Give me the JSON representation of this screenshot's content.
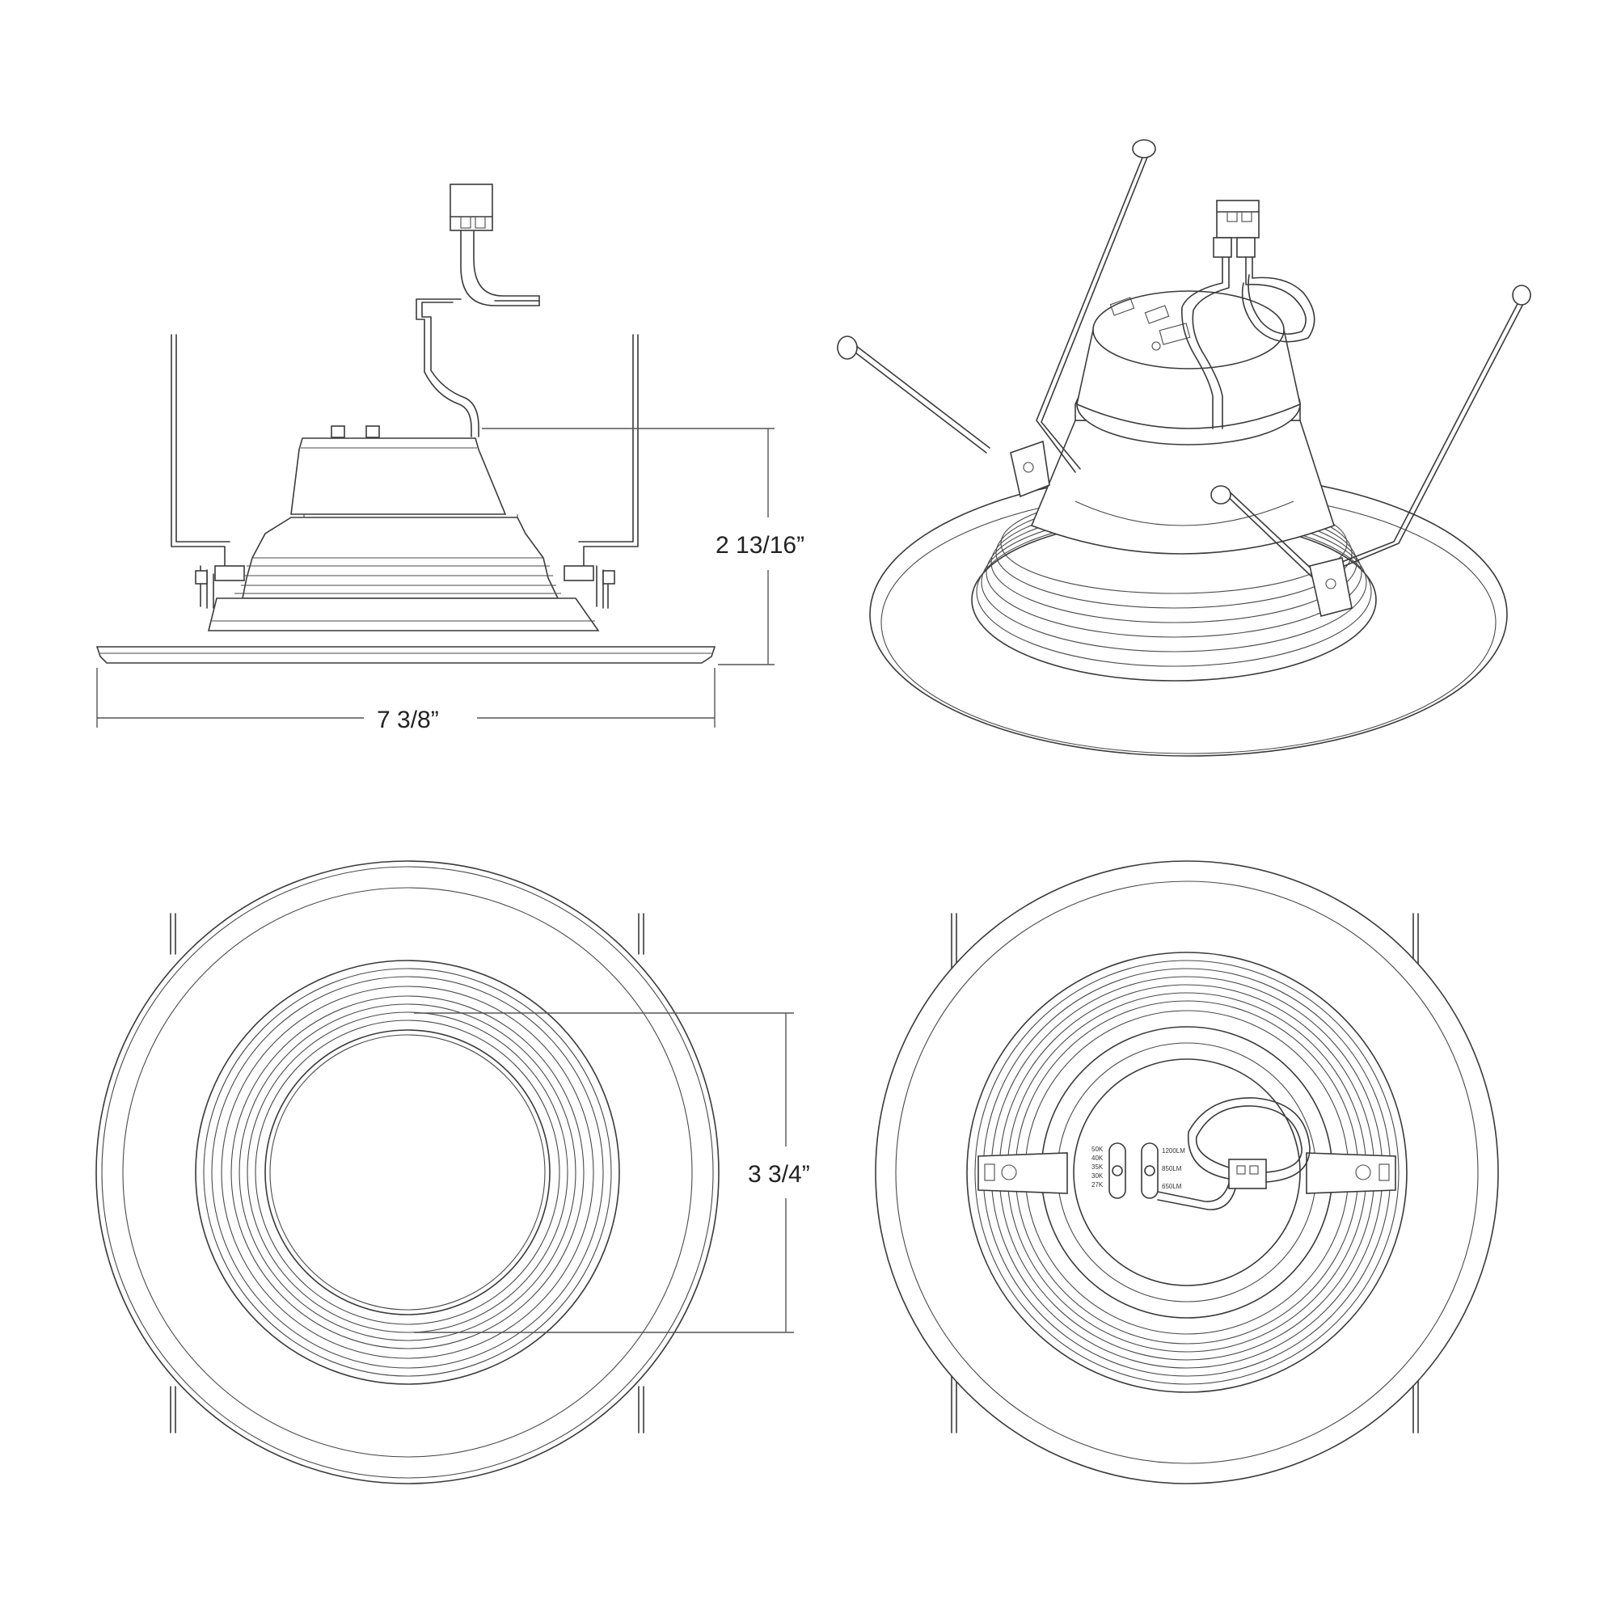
{
  "dimensions": {
    "width": "7 3/8”",
    "height": "2 13/16”",
    "aperture": "3 3/4”"
  },
  "switch_labels": {
    "cct": [
      "50K",
      "40K",
      "35K",
      "30K",
      "27K"
    ],
    "lumens": [
      "1200LM",
      "850LM",
      "650LM"
    ]
  }
}
